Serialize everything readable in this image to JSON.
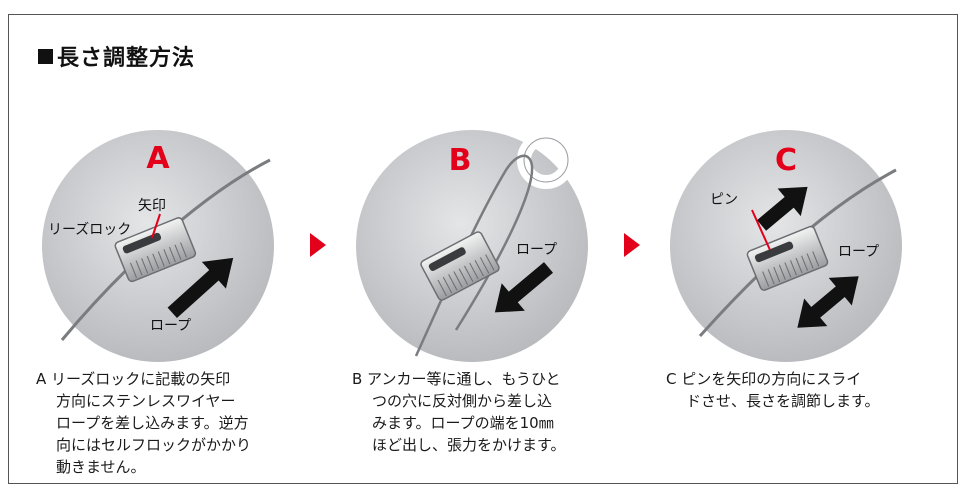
{
  "title": "長さ調整方法",
  "steps": [
    {
      "letter": "A",
      "labels": {
        "arrow_mark": "矢印",
        "device": "リーズロック",
        "rope": "ロープ"
      },
      "caption": [
        "A リーズロックに記載の矢印",
        "方向にステンレスワイヤー",
        "ロープを差し込みます。逆方",
        "向にはセルフロックがかかり",
        "動きません。"
      ]
    },
    {
      "letter": "B",
      "labels": {
        "rope": "ロープ"
      },
      "caption": [
        "B アンカー等に通し、もうひと",
        "つの穴に反対側から差し込",
        "みます。ロープの端を10㎜",
        "ほど出し、張力をかけます。"
      ]
    },
    {
      "letter": "C",
      "labels": {
        "pin": "ピン",
        "rope": "ロープ"
      },
      "caption": [
        "C ピンを矢印の方向にスライ",
        "ドさせ、長さを調節します。"
      ]
    }
  ],
  "colors": {
    "accent_red": "#e2001a",
    "circle_bg": "#c4c6c9",
    "arrow": "#111111",
    "text": "#1a1a1a"
  }
}
